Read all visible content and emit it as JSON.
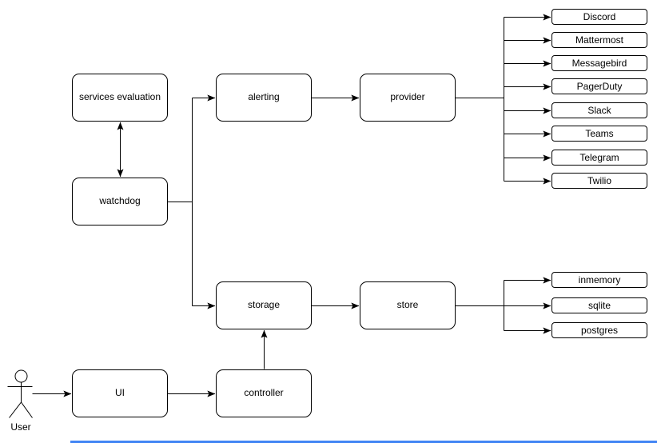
{
  "diagram": {
    "type": "architecture-flowchart",
    "colors": {
      "background": "#ffffff",
      "node_fill": "#ffffff",
      "stroke": "#000000",
      "text": "#000000",
      "bottom_bar": "#4285f4"
    },
    "nodes": {
      "services_evaluation": "services evaluation",
      "watchdog": "watchdog",
      "alerting": "alerting",
      "provider": "provider",
      "storage": "storage",
      "store": "store",
      "ui": "UI",
      "controller": "controller"
    },
    "actor": {
      "label": "User"
    },
    "provider_channels": [
      "Discord",
      "Mattermost",
      "Messagebird",
      "PagerDuty",
      "Slack",
      "Teams",
      "Telegram",
      "Twilio"
    ],
    "store_backends": [
      "inmemory",
      "sqlite",
      "postgres"
    ]
  }
}
